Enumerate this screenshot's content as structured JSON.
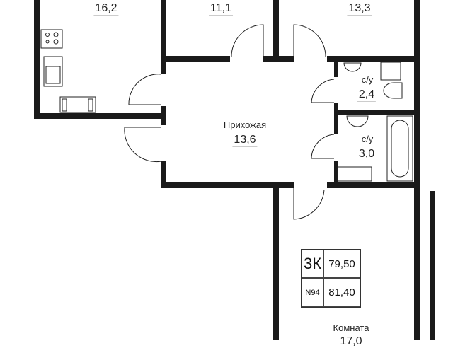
{
  "rooms": {
    "kitchen": {
      "area": "16,2"
    },
    "room_top_middle": {
      "area": "11,1"
    },
    "room_top_right": {
      "area": "13,3"
    },
    "hallway": {
      "name": "Прихожая",
      "area": "13,6"
    },
    "bathroom_1": {
      "name": "с/у",
      "area": "2,4"
    },
    "bathroom_2": {
      "name": "с/у",
      "area": "3,0"
    },
    "room_bottom": {
      "name": "Комната",
      "area": "17,0"
    }
  },
  "info_table": {
    "type": "3К",
    "living_area": "79,50",
    "number": "N94",
    "total_area": "81,40"
  },
  "colors": {
    "wall": "#1a1a1a",
    "background": "#ffffff"
  }
}
